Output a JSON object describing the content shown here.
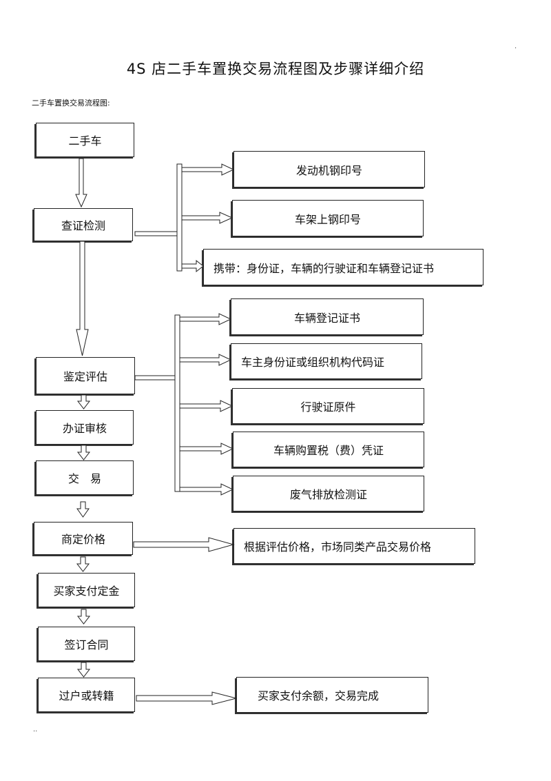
{
  "title": "4S 店二手车置换交易流程图及步骤详细介绍",
  "subtitle": "二手车置换交易流程图:",
  "steps": {
    "used_car": "二手车",
    "check_docs": "查证检测",
    "appraisal": "鉴定评估",
    "certify_review": "办证审核",
    "trade": "交　易",
    "negotiate_price": "商定价格",
    "deposit": "买家支付定金",
    "contract": "签订合同",
    "transfer": "过户或转籍"
  },
  "check_branches": [
    "发动机钢印号",
    "车架上钢印号",
    "携带：身份证，车辆的行驶证和车辆登记证书"
  ],
  "appraisal_branches": [
    "车辆登记证书",
    "车主身份证或组织机构代码证",
    "行驶证原件",
    "车辆购置税（费）凭证",
    "废气排放检测证"
  ],
  "price_note": "根据评估价格，市场同类产品交易价格",
  "final_note": "买家支付余额，交易完成",
  "marks": {
    "top_right": ".",
    "bottom_left": ".."
  }
}
